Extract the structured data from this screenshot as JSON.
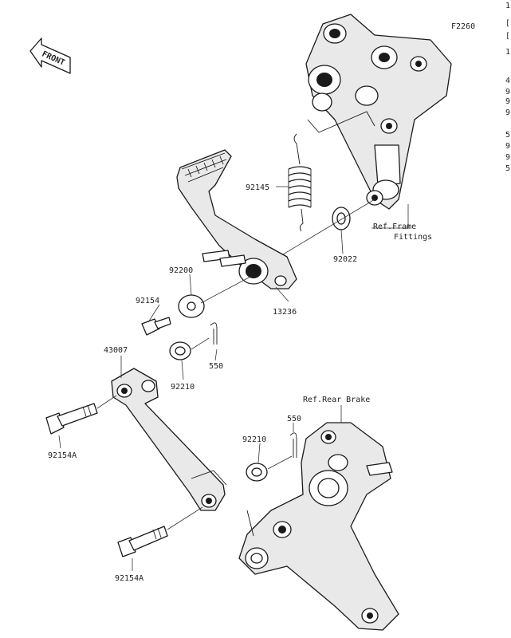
{
  "figure_code": "F2260",
  "front_arrow_text": "FRONT",
  "labels": {
    "p92145": "92145",
    "ref_frame_1": "Ref.Frame",
    "ref_frame_2": "Fittings",
    "p92022": "92022",
    "p92200": "92200",
    "p13236": "13236",
    "p92154": "92154",
    "p550_upper": "550",
    "p43007": "43007",
    "p92210_upper": "92210",
    "p92154A_upper": "92154A",
    "ref_rear_brake": "Ref.Rear Brake",
    "p550_lower": "550",
    "p92210_lower": "92210",
    "p92154A_lower": "92154A"
  },
  "edge_fragments": [
    "1",
    "[",
    "[",
    "1",
    "4",
    "9",
    "9",
    "9",
    "5",
    "9",
    "9",
    "5"
  ]
}
